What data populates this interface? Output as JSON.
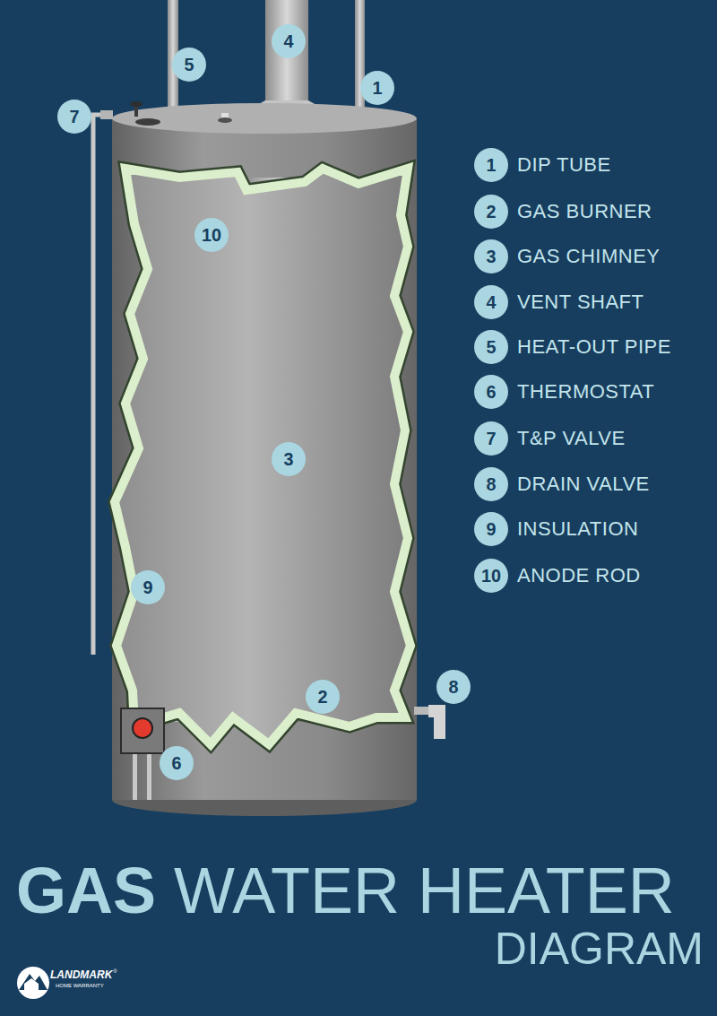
{
  "diagram": {
    "nodes": [
      {
        "text": [
          "4"
        ]
      },
      {
        "text": [
          "5"
        ]
      },
      {
        "text": [
          "1"
        ]
      },
      {
        "text": [
          "7"
        ]
      },
      {
        "text": [
          "10"
        ]
      },
      {
        "text": [
          "3"
        ]
      },
      {
        "text": [
          "9"
        ]
      },
      {
        "text": [
          "8"
        ]
      },
      {
        "text": [
          "2"
        ]
      },
      {
        "text": [
          "6"
        ]
      },
      {
        "text": [
          "1",
          "DIP TUBE"
        ]
      },
      {
        "text": [
          "2",
          "GAS BURNER"
        ]
      },
      {
        "text": [
          "3",
          "GAS CHIMNEY"
        ]
      },
      {
        "text": [
          "4",
          "VENT SHAFT"
        ]
      },
      {
        "text": [
          "5",
          "HEAT-OUT PIPE"
        ]
      },
      {
        "text": [
          "6",
          "THERMOSTAT"
        ]
      },
      {
        "text": [
          "7",
          "T&P VALVE"
        ]
      },
      {
        "text": [
          "8",
          "DRAIN VALVE"
        ]
      },
      {
        "text": [
          "9",
          "INSULATION"
        ]
      },
      {
        "text": [
          "10",
          "ANODE ROD"
        ]
      }
    ],
    "labels": [
      "GAS",
      "WATER HEATER",
      "DIAGRAM",
      "LANDMARK",
      "®",
      "HOME WARRANTY"
    ]
  }
}
